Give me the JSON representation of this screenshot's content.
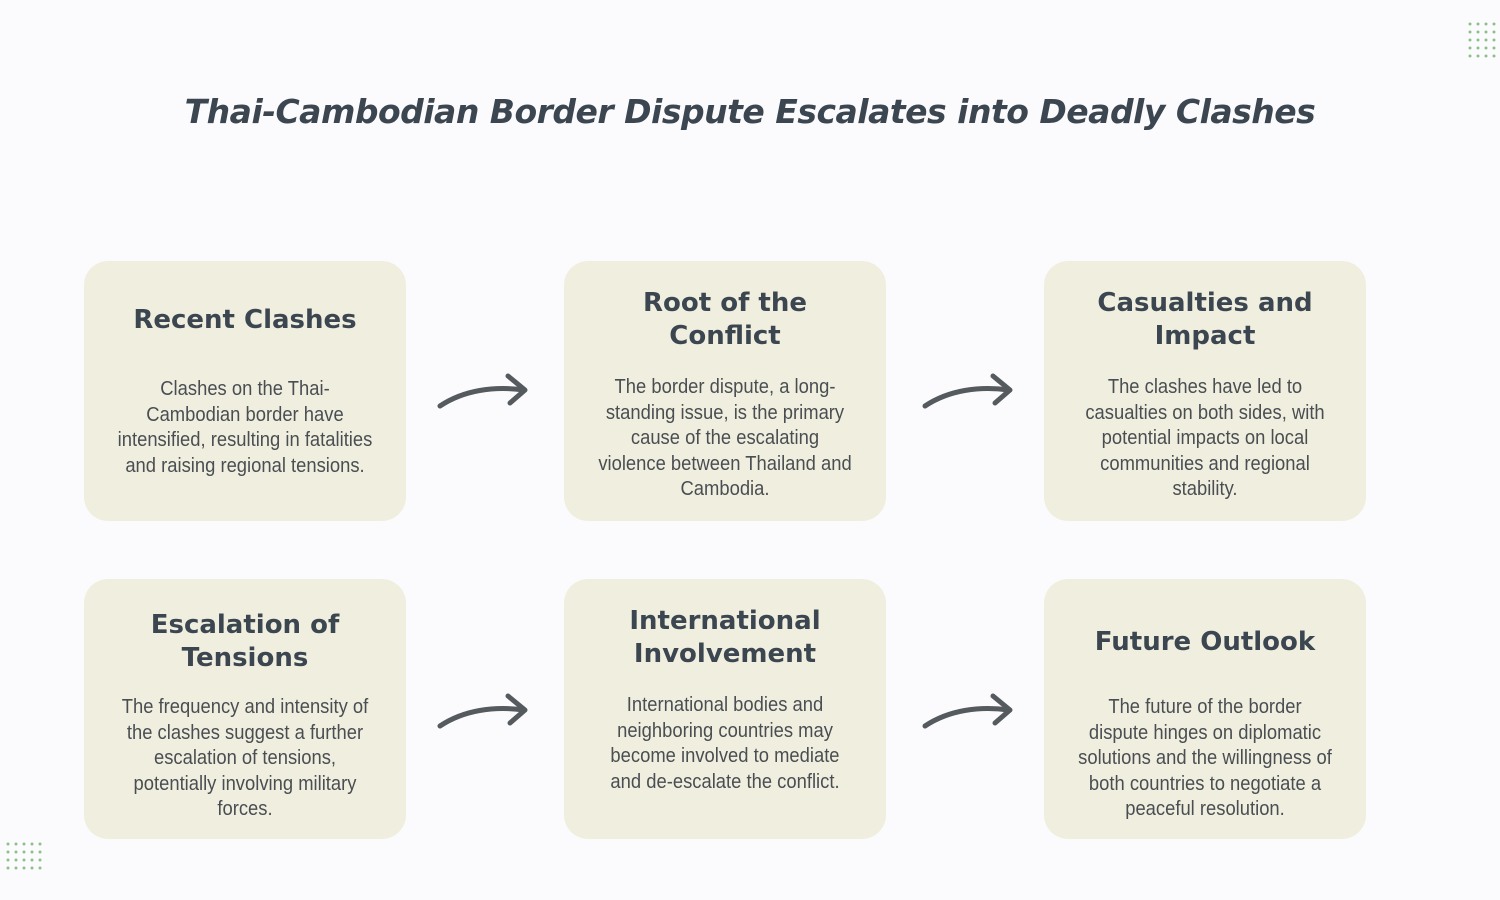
{
  "title": "Thai-Cambodian Border Dispute Escalates into Deadly Clashes",
  "cards": [
    {
      "title": "Recent Clashes",
      "body": "Clashes on the Thai-Cambodian border have intensified, resulting in fatalities and raising regional tensions."
    },
    {
      "title": "Root of the Conflict",
      "body": "The border dispute, a long-standing issue, is the primary cause of the escalating violence between Thailand and Cambodia."
    },
    {
      "title": "Casualties and Impact",
      "body": "The clashes have led to casualties on both sides, with potential impacts on local communities and regional stability."
    },
    {
      "title": "Escalation of Tensions",
      "body": "The frequency and intensity of the clashes suggest a further escalation of tensions, potentially involving military forces."
    },
    {
      "title": "International Involvement",
      "body": "International bodies and neighboring countries may become involved to mediate and de-escalate the conflict."
    },
    {
      "title": "Future Outlook",
      "body": "The future of the border dispute hinges on diplomatic solutions and the willingness of both countries to negotiate a peaceful resolution."
    }
  ],
  "icons": {
    "arrow": "curved-arrow-right-icon",
    "decoration": "dot-grid-icon"
  },
  "colors": {
    "background": "#fbfbfd",
    "card": "#f0efdf",
    "text": "#3b4650",
    "arrow": "#555a5e",
    "dots": "#8fbf8a"
  }
}
